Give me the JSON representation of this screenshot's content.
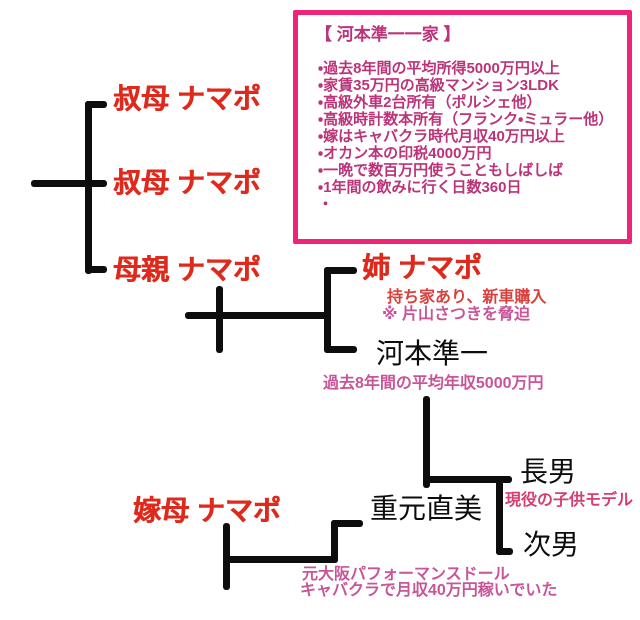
{
  "colors": {
    "red_label": "#de291c",
    "line_black": "#0d0d0d",
    "box_border": "#ee2476",
    "box_text": "#bb3379",
    "pink_note": "#c85598",
    "red_note": "#d8413d",
    "crimson_note": "#d63d72"
  },
  "info_box": {
    "title": "【 河本準一一家 】",
    "items": [
      "・過去8年間の平均所得5000万円以上",
      "・家賃35万円の高級マンション3LDK",
      "・高級外車2台所有（ポルシェ他）",
      "・高級時計数本所有（フランク・ミュラー他）",
      "・嫁はキャバクラ時代月収40万円以上",
      "・オカン本の印税4000万円",
      "・一晩で数百万円使うこともしばしば",
      "・1年間の飲みに行く日数360日",
      "・"
    ]
  },
  "nodes": {
    "aunt1": "叔母 ナマポ",
    "aunt2": "叔母 ナマポ",
    "mother": "母親 ナマポ",
    "sister": "姉 ナマポ",
    "sister_note1": "持ち家あり、新車購入",
    "sister_note2": "※ 片山さつきを脅迫",
    "kawamoto": "河本準一",
    "kawamoto_note": "過去8年間の平均年収5000万円",
    "wife_mother": "嫁母 ナマポ",
    "wife": "重元直美",
    "wife_note1": "元大阪パフォーマンスドール",
    "wife_note2": "キャバクラで月収40万円稼いでいた",
    "son1": "長男",
    "son1_note": "現役の子供モデル",
    "son2": "次男"
  }
}
